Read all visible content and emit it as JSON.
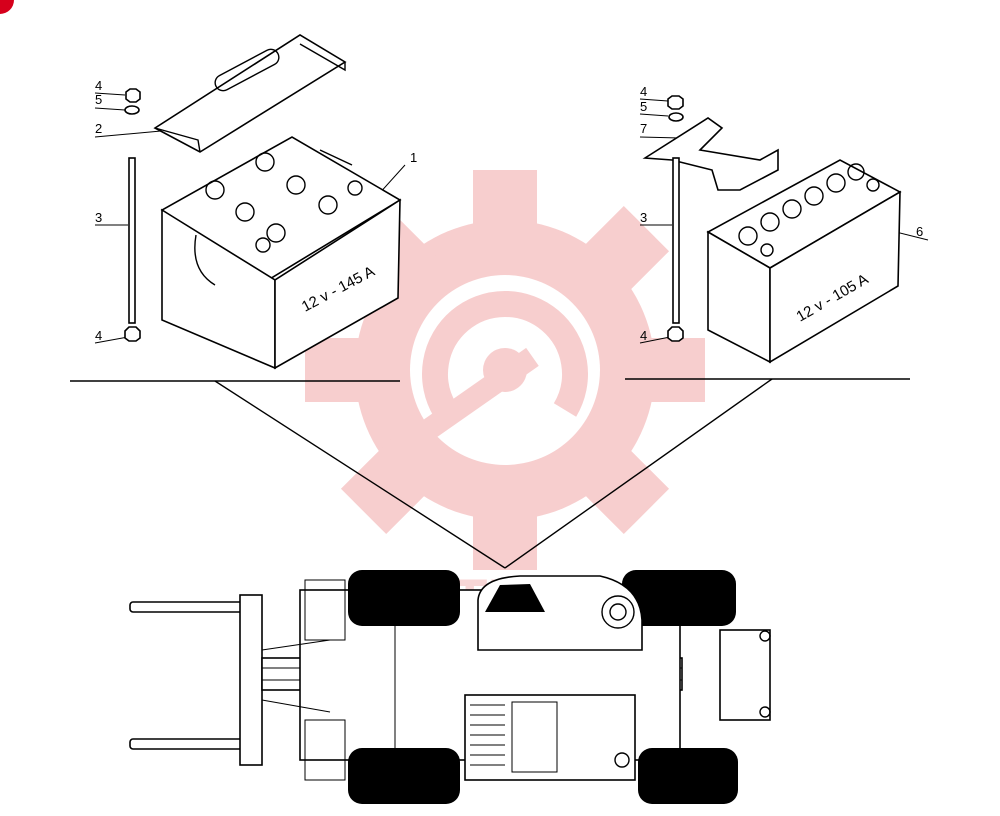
{
  "callouts_left": {
    "n4a": "4",
    "n5": "5",
    "n2": "2",
    "n3": "3",
    "n4b": "4",
    "n1": "1"
  },
  "callouts_right": {
    "n4a": "4",
    "n5": "5",
    "n7": "7",
    "n3": "3",
    "n4b": "4",
    "n6": "6"
  },
  "battery_left": {
    "rating": "12 v - 145 A"
  },
  "battery_right": {
    "rating": "12 v - 105 A"
  },
  "watermark": {
    "text": "MYTEX",
    "color": "#f4b6b6"
  },
  "colors": {
    "ink": "#000000",
    "watermark": "#f7c9c9",
    "corner_badge": "#d6001c"
  }
}
